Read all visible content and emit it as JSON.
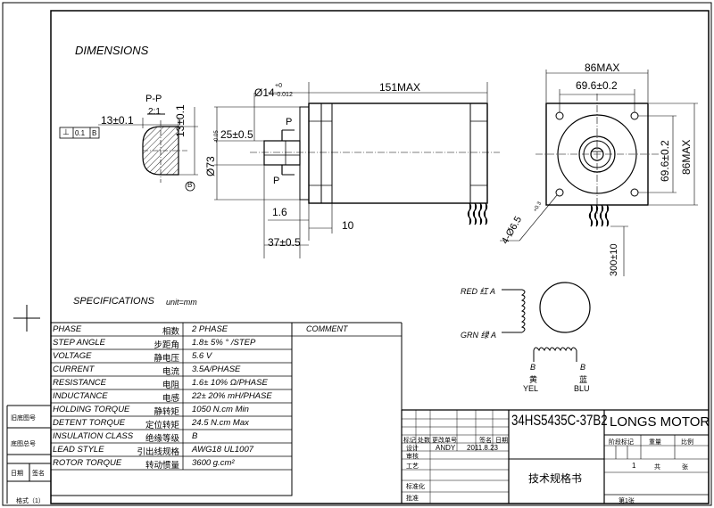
{
  "drawing_title": "DIMENSIONS",
  "dimensions": {
    "pp_label": "P-P",
    "pp_scale": "2:1",
    "flatness_symbol": "⊥",
    "flatness_tol": "0.1",
    "flatness_ref": "B",
    "d13_h": "13±0.1",
    "d13_v": "13±0.1",
    "datum_b": "B",
    "shaft_dia_main": "Ø14",
    "shaft_dia_tol_top": "+0",
    "shaft_dia_tol_bot": "-0.012",
    "length_max": "151MAX",
    "d25": "25±0.5",
    "pilot_dia": "Ø73",
    "pilot_tol": "-0.05",
    "section_p_top": "P",
    "section_p_bot": "P",
    "d16": "1.6",
    "d10": "10",
    "d37": "37±0.5",
    "w86": "86MAX",
    "w696": "69.6±0.2",
    "h696": "69.6±0.2",
    "h86": "86MAX",
    "holes": "4-Ø6.5",
    "holes_tol": "+0.3",
    "lead_len": "300±10"
  },
  "specs_title": "SPECIFICATIONS",
  "specs_unit": "unit=mm",
  "specs": [
    {
      "en": "PHASE",
      "cn": "相数",
      "val": "2 PHASE"
    },
    {
      "en": "STEP ANGLE",
      "cn": "步距角",
      "val": "1.8± 5% ° /STEP"
    },
    {
      "en": "VOLTAGE",
      "cn": "静电压",
      "val": "5.6 V"
    },
    {
      "en": "CURRENT",
      "cn": "电流",
      "val": "3.5A/PHASE"
    },
    {
      "en": "RESISTANCE",
      "cn": "电阻",
      "val": "1.6± 10% Ω/PHASE"
    },
    {
      "en": "INDUCTANCE",
      "cn": "电感",
      "val": "22± 20% mH/PHASE"
    },
    {
      "en": "HOLDING TORQUE",
      "cn": "静转矩",
      "val": "1050 N.cm Min"
    },
    {
      "en": "DETENT TORQUE",
      "cn": "定位转矩",
      "val": "24.5 N.cm Max"
    },
    {
      "en": "INSULATION CLASS",
      "cn": "绝缘等级",
      "val": "B"
    },
    {
      "en": "LEAD STYLE",
      "cn": "引出线规格",
      "val": "AWG18 UL1007"
    },
    {
      "en": "ROTOR TORQUE",
      "cn": "转动惯量",
      "val": "3600 g.cm²"
    }
  ],
  "comment_header": "COMMENT",
  "wiring": {
    "red": "RED 红 A",
    "grn": "GRN 绿 A",
    "b1": "B",
    "b1_cn": "黄",
    "b1_en": "YEL",
    "b2": "B",
    "b2_cn": "蓝",
    "b2_en": "BLU"
  },
  "title_block": {
    "model": "34HS5435C-37B2",
    "company": "LONGS MOTOR",
    "doc_title": "技术规格书",
    "mark": "标记",
    "count": "处数",
    "change_no": "更改单号",
    "signature": "签名",
    "date": "日期",
    "design": "设计",
    "designer": "ANDY",
    "design_date": "2011.8.23",
    "check": "审核",
    "craft": "工艺",
    "standard": "标准化",
    "approve": "批准",
    "stage_mark": "阶段标记",
    "weight": "重量",
    "scale": "比例",
    "sheet_total": "1",
    "total": "共",
    "sheet": "张",
    "sheet_no": "第1张"
  },
  "side_labels": {
    "old_no": "旧底图号",
    "base_no": "底图总号",
    "date": "日期",
    "sign": "签名",
    "format": "格式（1）"
  }
}
